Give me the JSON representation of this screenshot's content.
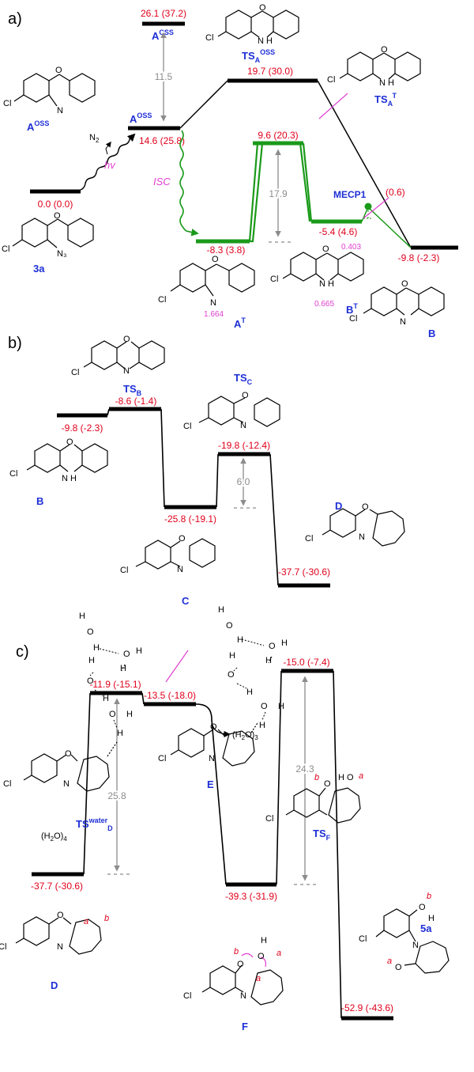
{
  "colors": {
    "energy": "#e0001b",
    "label": "#1d2fd6",
    "green": "#1a9a1a",
    "pink": "#e040d0",
    "gray": "#8c8c8c",
    "black": "#000000"
  },
  "panels": [
    {
      "key": "a",
      "label": "a)"
    },
    {
      "key": "b",
      "label": "b)"
    },
    {
      "key": "c",
      "label": "c)"
    }
  ],
  "panel_a": {
    "levels": [
      {
        "id": "3a",
        "energy": "0.0 (0.0)"
      },
      {
        "id": "A-OSS",
        "energy": "14.6 (25.8)"
      },
      {
        "id": "A-CSS",
        "energy": "26.1 (37.2)"
      },
      {
        "id": "TSA-OSS",
        "energy": "19.7 (30.0)"
      },
      {
        "id": "A-T",
        "energy": "-8.3 (3.8)"
      },
      {
        "id": "TSA-T",
        "energy": "9.6 (20.3)"
      },
      {
        "id": "B-T",
        "energy": "-5.4 (4.6)"
      },
      {
        "id": "MECP1",
        "energy": "(0.6)"
      },
      {
        "id": "B",
        "energy": "-9.8 (-2.3)"
      }
    ],
    "gaps": [
      "11.5",
      "17.9"
    ],
    "labels": {
      "a_oss": "A",
      "a_oss_sup": "OSS",
      "a_css": "A",
      "a_css_sup": "CSS",
      "ts_oss": "TS",
      "ts_oss_sub": "A",
      "ts_oss_sup": "OSS",
      "ts_t": "TS",
      "ts_t_sub": "A",
      "ts_t_sup": "T",
      "a_t": "A",
      "a_t_sup": "T",
      "b_t": "B",
      "b_t_sup": "T",
      "b": "B",
      "mecp": "MECP1",
      "cmpd_3a": "3a",
      "isc": "ISC",
      "hv": "hv",
      "n2": "N",
      "n2_sub": "2",
      "spin1": "1.664",
      "spin2": "0.403",
      "spin3": "0.665"
    }
  },
  "panel_b": {
    "levels": [
      {
        "id": "B",
        "energy": "-9.8 (-2.3)"
      },
      {
        "id": "TSB",
        "energy": "-8.6 (-1.4)"
      },
      {
        "id": "C",
        "energy": "-25.8 (-19.1)"
      },
      {
        "id": "TSC",
        "energy": "-19.8 (-12.4)"
      },
      {
        "id": "D",
        "energy": "-37.7 (-30.6)"
      }
    ],
    "gaps": [
      "6.0"
    ],
    "labels": {
      "tsb": "TS",
      "tsb_sub": "B",
      "tsc": "TS",
      "tsc_sub": "C",
      "b": "B",
      "c": "C",
      "d": "D"
    }
  },
  "panel_c": {
    "levels": [
      {
        "id": "D",
        "energy": "-37.7 (-30.6)"
      },
      {
        "id": "TSwaterD",
        "energy": "-11.9 (-15.1)"
      },
      {
        "id": "E",
        "energy": "-13.5 (-18.0)"
      },
      {
        "id": "F",
        "energy": "-39.3 (-31.9)"
      },
      {
        "id": "TSF",
        "energy": "-15.0 (-7.4)"
      },
      {
        "id": "5a",
        "energy": "-52.9 (-43.6)"
      }
    ],
    "gaps": [
      "25.8",
      "24.3"
    ],
    "labels": {
      "ts_water": "TS",
      "ts_water_sup": "water",
      "ts_water_sub": "D",
      "e": "E",
      "tsf": "TS",
      "tsf_sub": "F",
      "d": "D",
      "f": "F",
      "p5a": "5a",
      "h2o4": "(H",
      "h2o4_2": "2",
      "h2o4_3": "O)",
      "h2o4_4": "4",
      "h2o3": "(H",
      "h2o3_2": "2",
      "h2o3_3": "O)",
      "h2o3_4": "3",
      "atom_a": "a",
      "atom_b": "b"
    }
  }
}
